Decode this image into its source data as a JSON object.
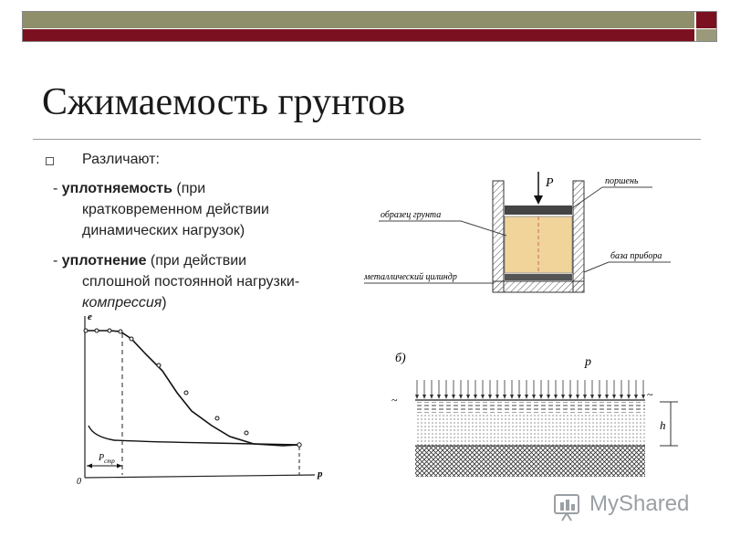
{
  "slide": {
    "title": "Сжимаемость грунтов",
    "intro": "Различают:",
    "item1": {
      "dash": "- ",
      "term": "уплотняемость",
      "line1_rest": " (при",
      "line2": "кратковременном действии",
      "line3": "динамических нагрузок)"
    },
    "item2": {
      "dash": "- ",
      "term": "уплотнение",
      "line1_rest": " (при действии",
      "line2": "сплошной постоянной нагрузки-",
      "line3_italic": "компрессия",
      "line3_close": ")"
    }
  },
  "figures": {
    "cylinder": {
      "load_label": "P",
      "label_piston": "поршень",
      "label_sample": "образец грунта",
      "label_base": "база прибора",
      "label_cylinder": "металлический цилиндр"
    },
    "curve": {
      "y_axis_label": "e",
      "x_axis_label": "p",
      "origin_label": "0",
      "pstr_label": "P",
      "pstr_sub": "стр"
    },
    "layers": {
      "panel_label": "б)",
      "load_label": "p",
      "height_label": "h"
    }
  },
  "watermark": {
    "text": "MyShared"
  },
  "colors": {
    "olive_bar": "#8f8f6c",
    "dark_red_bar": "#7a1020",
    "sample_fill": "#f0d49a"
  }
}
